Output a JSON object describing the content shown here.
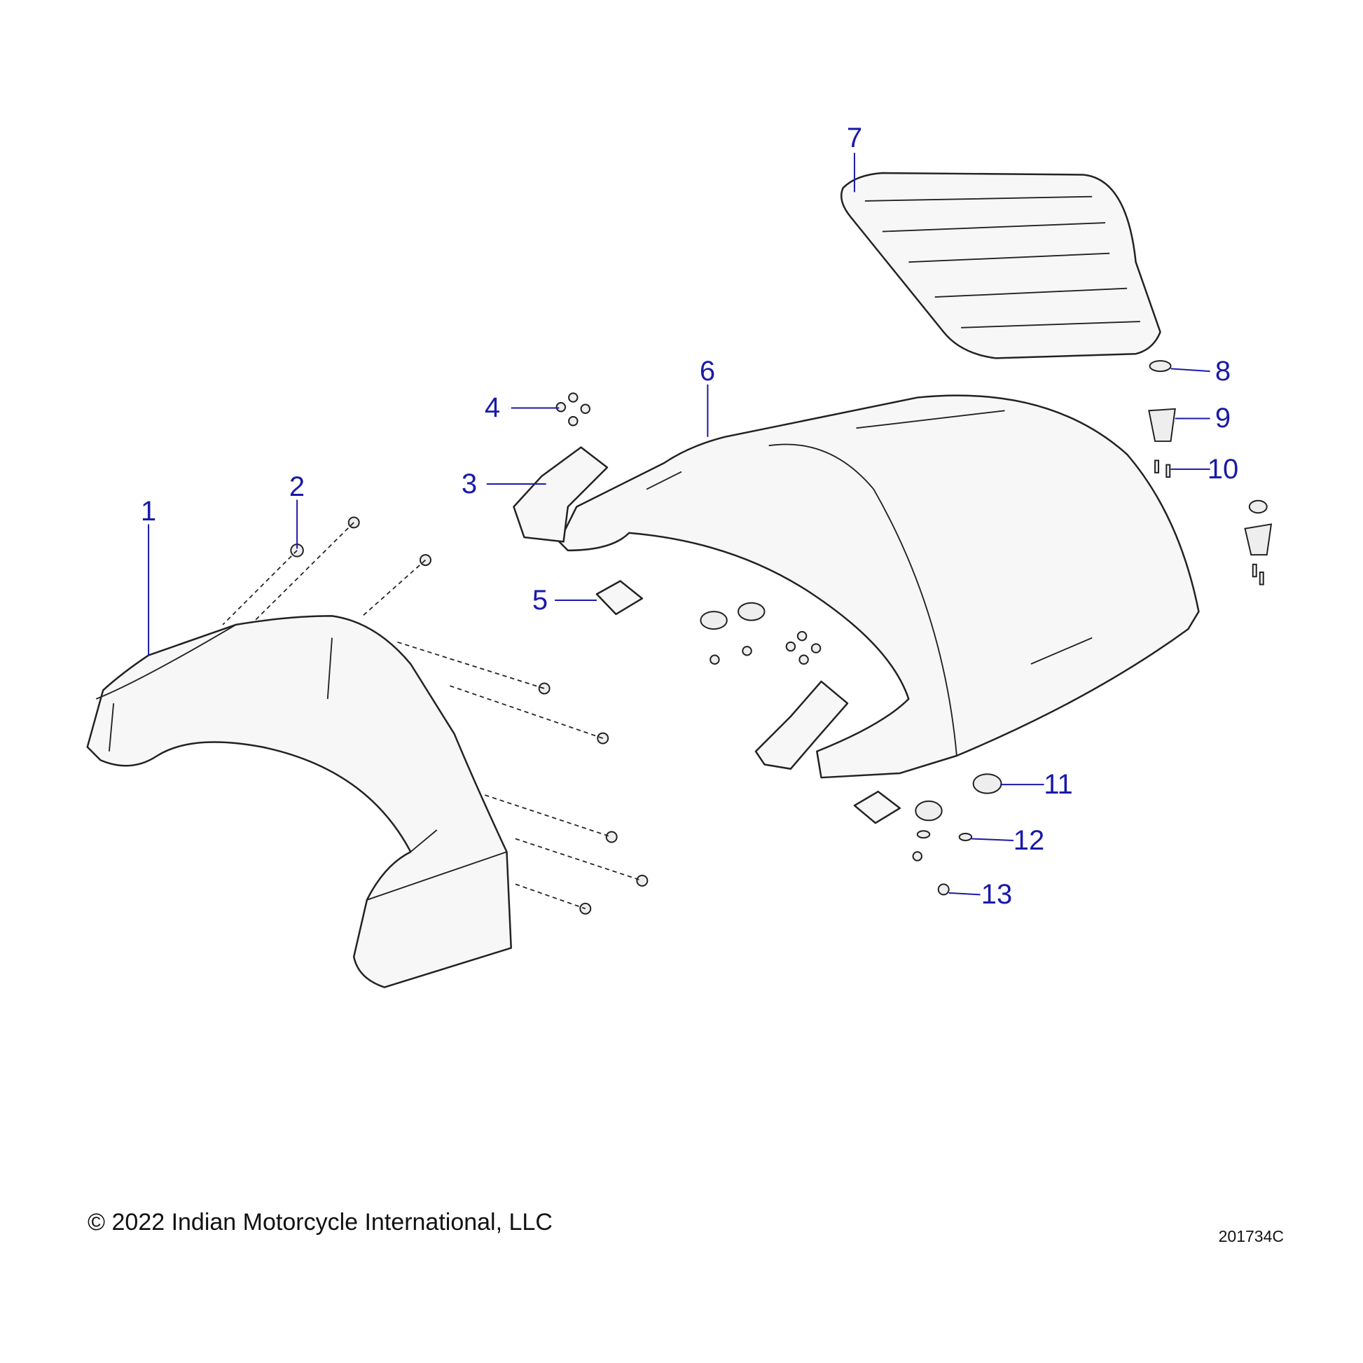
{
  "diagram": {
    "callouts": [
      {
        "id": "1",
        "label": "1"
      },
      {
        "id": "2",
        "label": "2"
      },
      {
        "id": "3",
        "label": "3"
      },
      {
        "id": "4",
        "label": "4"
      },
      {
        "id": "5",
        "label": "5"
      },
      {
        "id": "6",
        "label": "6"
      },
      {
        "id": "7",
        "label": "7"
      },
      {
        "id": "8",
        "label": "8"
      },
      {
        "id": "9",
        "label": "9"
      },
      {
        "id": "10",
        "label": "10"
      },
      {
        "id": "11",
        "label": "11"
      },
      {
        "id": "12",
        "label": "12"
      },
      {
        "id": "13",
        "label": "13"
      }
    ],
    "callout_color": "#1a1aa8"
  },
  "footer": {
    "copyright": "© 2022 Indian Motorcycle International, LLC",
    "drawing_number": "201734C"
  }
}
